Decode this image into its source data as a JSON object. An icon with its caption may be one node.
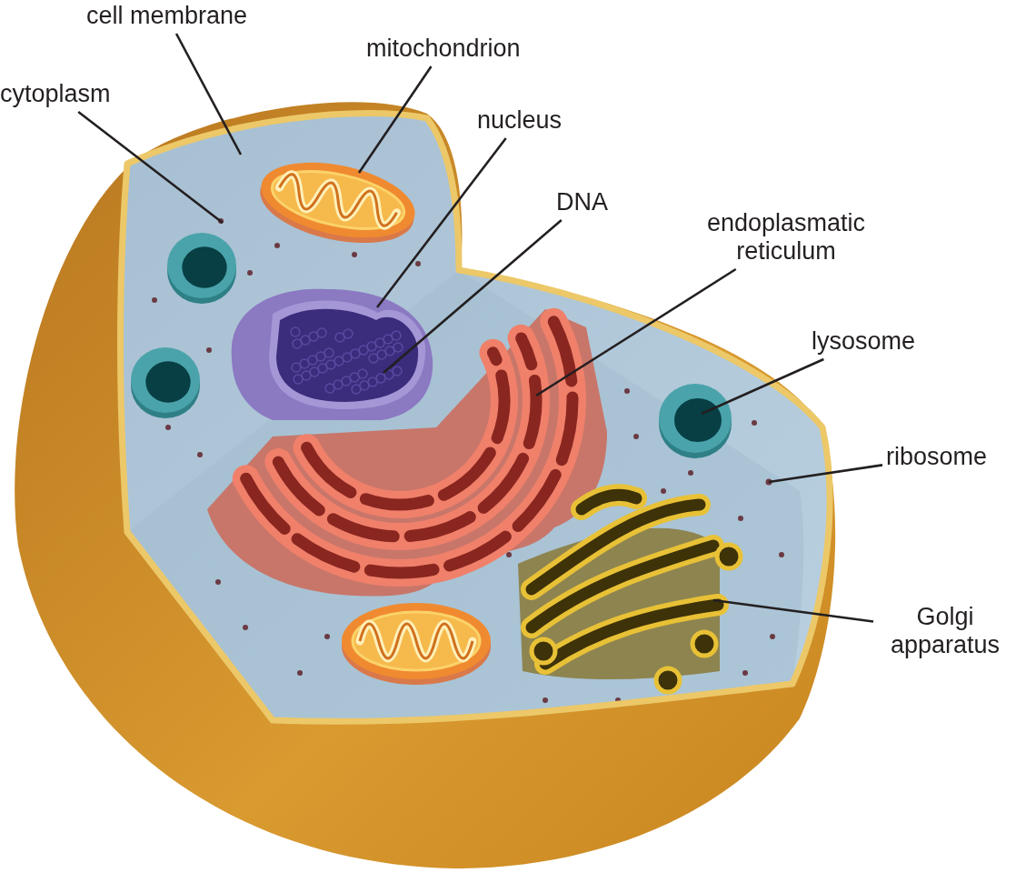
{
  "diagram": {
    "nodes": [
      {
        "text": [
          "cell membrane"
        ]
      },
      {
        "text": [
          "mitochondrion"
        ]
      },
      {
        "text": [
          "cytoplasm"
        ]
      },
      {
        "text": [
          "nucleus"
        ]
      },
      {
        "text": [
          "DNA"
        ]
      },
      {
        "text": [
          "endoplasmatic reticulum"
        ]
      },
      {
        "text": [
          "lysosome"
        ]
      },
      {
        "text": [
          "ribosome"
        ]
      },
      {
        "text": [
          "Golgi apparatus"
        ]
      },
      {
        "text": [],
        "shape": "picture"
      },
      {
        "text": [],
        "shape": "picture",
        "in": 9
      },
      {
        "text": [],
        "shape": "picture"
      },
      {
        "text": [],
        "shape": "picture",
        "in": 9
      },
      {
        "text": [],
        "shape": "picture",
        "in": 12
      },
      {
        "text": [],
        "shape": "picture",
        "in": 9
      },
      {
        "text": [],
        "shape": "picture",
        "in": 9
      },
      {
        "text": [],
        "shape": "circle",
        "in": 9
      },
      {
        "text": [],
        "shape": "picture",
        "in": 9
      }
    ],
    "edges": [
      {
        "from": 0,
        "to": 9,
        "arrow": "none"
      },
      {
        "from": 1,
        "to": 10,
        "arrow": "none"
      },
      {
        "from": 2,
        "to": 11,
        "arrow": "none"
      },
      {
        "from": 3,
        "to": 12,
        "arrow": "none"
      },
      {
        "from": 4,
        "to": 13,
        "arrow": "none"
      },
      {
        "from": 5,
        "to": 14,
        "arrow": "none"
      },
      {
        "from": 6,
        "to": 15,
        "arrow": "none"
      },
      {
        "from": 7,
        "to": 16,
        "arrow": "none"
      },
      {
        "from": 8,
        "to": 17,
        "arrow": "none"
      }
    ]
  }
}
